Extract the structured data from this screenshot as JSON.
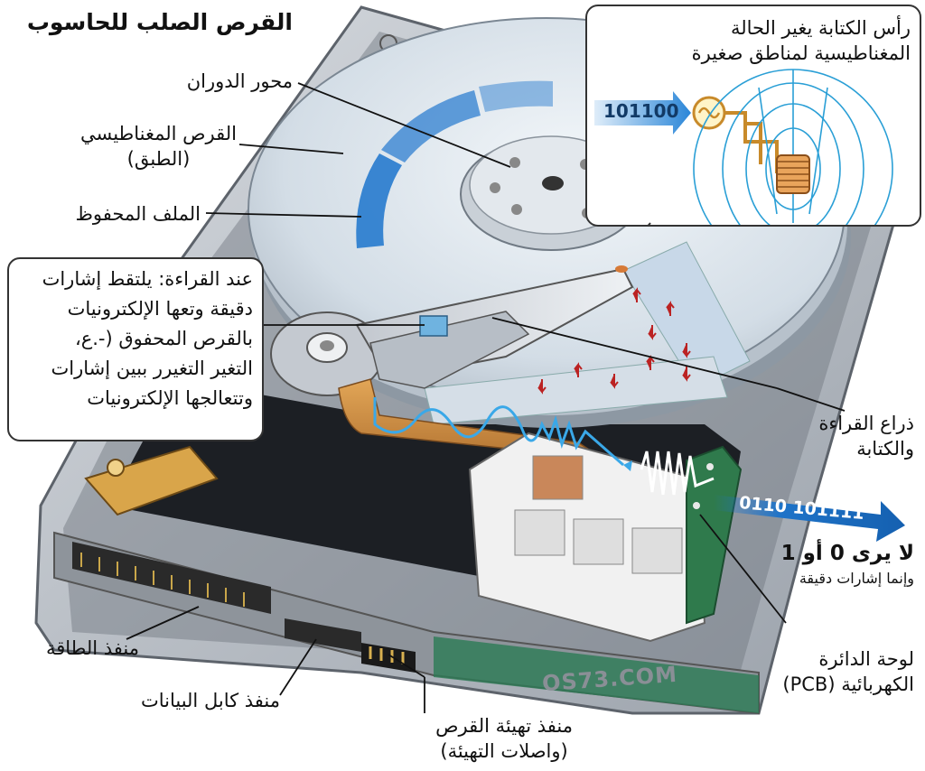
{
  "title": "القرص الصلب للحاسوب",
  "labels": {
    "spindle": "محور الدوران",
    "platter_line1": "القرص المغناطيسي",
    "platter_line2": "(الطبق)",
    "saved_file": "الملف المحفوظ",
    "arm_line1": "ذراع القراءة",
    "arm_line2": "والكتابة",
    "pcb_line1": "لوحة الدائرة",
    "pcb_line2": "الكهربائية (PCB)",
    "power_port": "منفذ الطاقة",
    "data_port": "منفذ كابل البيانات",
    "jumper_line1": "منفذ تهيئة القرص",
    "jumper_line2": "(واصلات التهيئة)",
    "sees_line1": "لا يرى 0 أو 1",
    "sees_line2": "وإنما إشارات دقيقة"
  },
  "write_callout": {
    "line1": "رأس الكتابة يغير الحالة",
    "line2": "المغناطيسية لمناطق صغيرة",
    "bits": "101100"
  },
  "read_callout": {
    "line1": "عند القراءة: يلتقط إشارات",
    "line2": "دقيقة وتعها الإلكترونيات",
    "line3": "بالقرص المحفوق (-.ع،",
    "line4": "التغير التغيرر ببين إشارات",
    "line5": "وتتعالجها الإلكترونيات"
  },
  "output_bits": "0110 101111",
  "watermark": "OS73.COM",
  "colors": {
    "case": "#b9bec5",
    "platter": "#dfe7ee",
    "track": "#2f7fd0",
    "arm": "#d4d8dd",
    "flex": "#c98a3c",
    "connector": "#eeeeee",
    "pcb": "#2f7a4c",
    "arrow": "#1e73c8",
    "field": "#2a9fd6"
  }
}
